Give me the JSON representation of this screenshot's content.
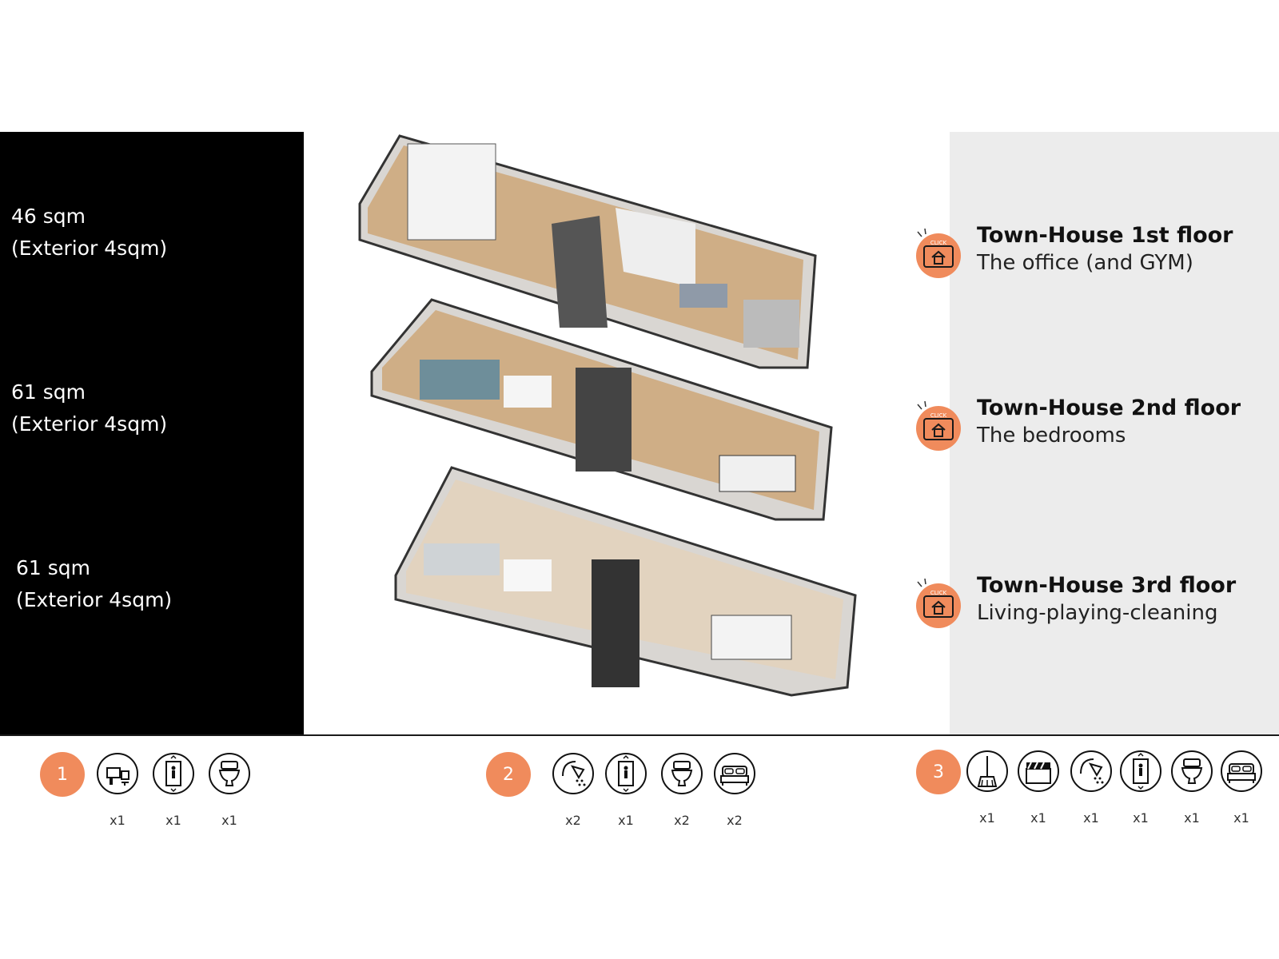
{
  "areas": [
    {
      "size": "46 sqm",
      "exterior": "(Exterior 4sqm)"
    },
    {
      "size": "61 sqm",
      "exterior": "(Exterior 4sqm)"
    },
    {
      "size": "61 sqm",
      "exterior": "(Exterior 4sqm)"
    }
  ],
  "floors": [
    {
      "title": "Town-House 1st floor",
      "subtitle": "The office (and GYM)",
      "click": "CLICK"
    },
    {
      "title": "Town-House 2nd  floor",
      "subtitle": "The bedrooms",
      "click": "CLICK"
    },
    {
      "title": "Town-House 3rd  floor",
      "subtitle": "Living-playing-cleaning",
      "click": "CLICK"
    }
  ],
  "amenity_groups": [
    {
      "badge": "1",
      "items": [
        {
          "icon": "desk-chair-icon",
          "count": "x1"
        },
        {
          "icon": "elevator-icon",
          "count": "x1"
        },
        {
          "icon": "toilet-icon",
          "count": "x1"
        }
      ]
    },
    {
      "badge": "2",
      "items": [
        {
          "icon": "shower-icon",
          "count": "x2"
        },
        {
          "icon": "elevator-icon",
          "count": "x1"
        },
        {
          "icon": "toilet-icon",
          "count": "x2"
        },
        {
          "icon": "bed-icon",
          "count": "x2"
        }
      ]
    },
    {
      "badge": "3",
      "items": [
        {
          "icon": "broom-icon",
          "count": "x1"
        },
        {
          "icon": "clapperboard-icon",
          "count": "x1"
        },
        {
          "icon": "shower-icon",
          "count": "x1"
        },
        {
          "icon": "elevator-icon",
          "count": "x1"
        },
        {
          "icon": "toilet-icon",
          "count": "x1"
        },
        {
          "icon": "bed-icon",
          "count": "x1"
        }
      ]
    }
  ],
  "colors": {
    "accent": "#f08b5c",
    "left_panel": "#000000",
    "right_panel": "#ececec"
  }
}
